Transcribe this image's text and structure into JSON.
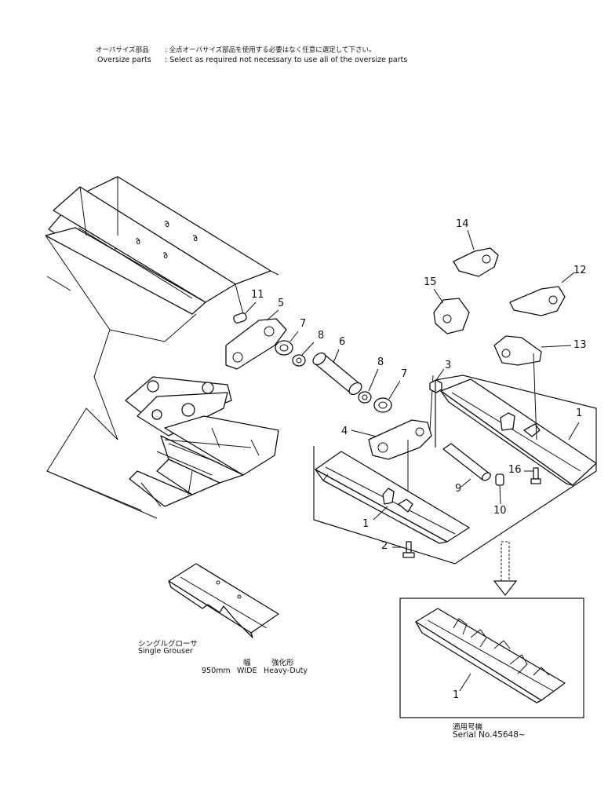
{
  "header": {
    "oversize_jp": "オーバサイズ部品",
    "oversize_jp_note": ": 全点オーバサイズ部品を使用する必要はなく任意に選定して下さい。",
    "oversize_en": "Oversize parts",
    "oversize_en_note": ": Select as required not necessary to use all of the oversize parts"
  },
  "callouts": {
    "p1a": "1",
    "p1b": "1",
    "p1c": "1",
    "p2": "2",
    "p3": "3",
    "p4": "4",
    "p5": "5",
    "p6": "6",
    "p7a": "7",
    "p7b": "7",
    "p8a": "8",
    "p8b": "8",
    "p9": "9",
    "p10": "10",
    "p11": "11",
    "p12": "12",
    "p13": "13",
    "p14": "14",
    "p15": "15",
    "p16": "16"
  },
  "single_grouser": {
    "jp": "シングルグローサ",
    "en": "Single Grouser",
    "width_jp": "幅",
    "type_jp": "強化形",
    "size": "950mm",
    "wide": "WIDE",
    "heavy": "Heavy-Duty"
  },
  "serial": {
    "jp": "適用号機",
    "en": "Serial No.45648~"
  }
}
